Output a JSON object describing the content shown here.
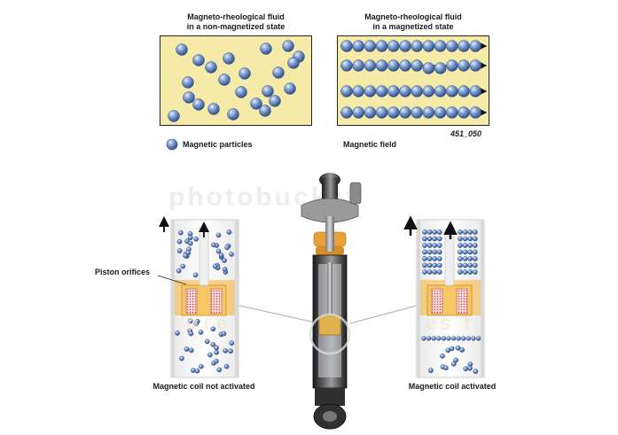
{
  "diagram": {
    "top": {
      "left_title_line1": "Magneto-rheological fluid",
      "left_title_line2": "in a non-magnetized state",
      "right_title_line1": "Magneto-rheological fluid",
      "right_title_line2": "in a magnetized state",
      "legend_particles": "Magnetic particles",
      "legend_field": "Magnetic field",
      "figure_number": "451_050"
    },
    "bottom": {
      "piston_orifices": "Piston orifices",
      "coil_not_activated": "Magnetic coil not activated",
      "coil_activated": "Magnetic coil activated"
    },
    "colors": {
      "fluid": "#f6eaa9",
      "particle": "#5e7fb8",
      "orange": "#f5b335",
      "damper_dark": "#2b2b2b"
    }
  }
}
